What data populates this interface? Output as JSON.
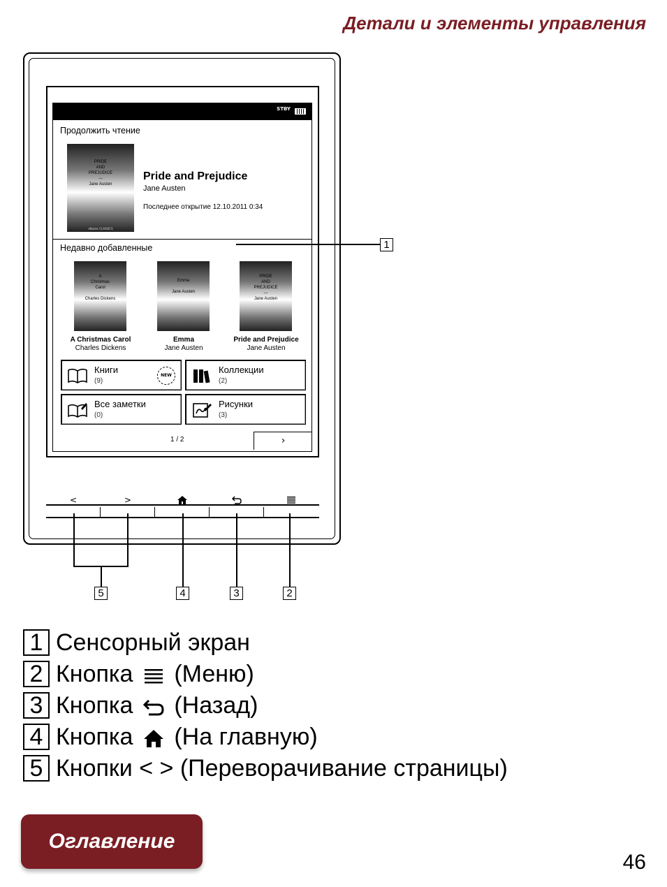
{
  "header": {
    "title": "Детали и элементы управления"
  },
  "screen": {
    "status": {
      "stby_label": "STBY"
    },
    "continue_reading": {
      "section_label": "Продолжить чтение",
      "cover_text": "PRIDE\nAND\nPREJUDICE\n---\nJane Austen",
      "cover_footer": "eBooks CLASSICS",
      "title": "Pride and Prejudice",
      "author": "Jane Austen",
      "last_opened": "Последнее открытие 12.10.2011 0:34"
    },
    "recently_added": {
      "section_label": "Недавно добавленные",
      "books": [
        {
          "cover_text": "A\nChristmas\nCarol\n\nCharles Dickens",
          "title": "A Christmas Carol",
          "author": "Charles Dickens"
        },
        {
          "cover_text": "Emma\n\nJane Austen",
          "title": "Emma",
          "author": "Jane Austen"
        },
        {
          "cover_text": "PRIDE\nAND\nPREJUDICE\n---\nJane Austen",
          "title": "Pride and Prejudice",
          "author": "Jane Austen"
        }
      ]
    },
    "tiles": [
      {
        "label": "Книги",
        "count": "(9)",
        "badge": "NEW"
      },
      {
        "label": "Коллекции",
        "count": "(2)"
      },
      {
        "label": "Все заметки",
        "count": "(0)"
      },
      {
        "label": "Рисунки",
        "count": "(3)"
      }
    ],
    "pager": "1 / 2",
    "next_symbol": "›"
  },
  "hardware_buttons": {
    "prev": "<",
    "next": ">",
    "home": "⌂",
    "back": "↩",
    "menu": "≡"
  },
  "callouts": [
    "1",
    "2",
    "3",
    "4",
    "5"
  ],
  "legend": [
    {
      "num": "1",
      "text": "Сенсорный экран"
    },
    {
      "num": "2",
      "prefix": "Кнопка",
      "icon": "menu-icon",
      "suffix": "(Меню)"
    },
    {
      "num": "3",
      "prefix": "Кнопка",
      "icon": "back-icon",
      "suffix": "(Назад)"
    },
    {
      "num": "4",
      "prefix": "Кнопка",
      "icon": "home-icon",
      "suffix": "(На главную)"
    },
    {
      "num": "5",
      "text": "Кнопки < > (Переворачивание страницы)"
    }
  ],
  "toc_button": "Оглавление",
  "page_number": "46",
  "colors": {
    "accent": "#7a1e24"
  }
}
